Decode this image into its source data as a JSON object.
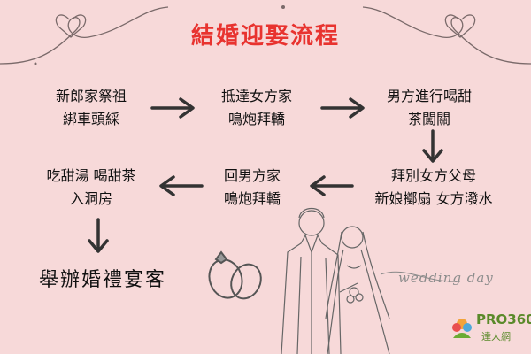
{
  "title": "結婚迎娶流程",
  "steps": [
    {
      "line1": "新郎家祭祖",
      "line2": "綁車頭綵"
    },
    {
      "line1": "抵達女方家",
      "line2": "鳴炮拜轎"
    },
    {
      "line1": "男方進行喝甜",
      "line2": "茶闖關"
    },
    {
      "line1": "拜別女方父母",
      "line2": "新娘擲扇 女方潑水"
    },
    {
      "line1": "回男方家",
      "line2": "鳴炮拜轎"
    },
    {
      "line1": "吃甜湯 喝甜茶",
      "line2": "入洞房"
    }
  ],
  "final_step": "舉辦婚禮宴客",
  "watermark": "wedding day",
  "logo": {
    "name": "PRO360",
    "sub": "達人網"
  },
  "colors": {
    "background": "#f7d9d9",
    "title": "#e8332f",
    "arrow": "#333333",
    "logo": "#5a8a2a"
  }
}
